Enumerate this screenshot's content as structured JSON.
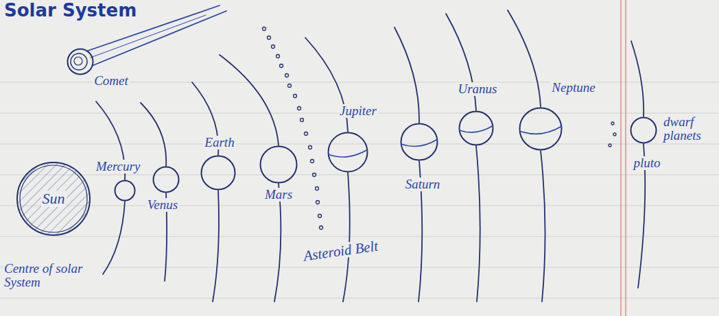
{
  "diagram": {
    "title": "Solar System",
    "nodes": [
      {
        "text": [
          "Comet"
        ]
      },
      {
        "text": [
          "Sun",
          "Centre of solar System"
        ]
      },
      {
        "text": [
          "Mercury"
        ]
      },
      {
        "text": [
          "Venus"
        ]
      },
      {
        "text": [
          "Earth"
        ]
      },
      {
        "text": [
          "Mars"
        ]
      },
      {
        "text": [
          "Jupiter"
        ]
      },
      {
        "text": [
          "Saturn"
        ]
      },
      {
        "text": [
          "Uranus"
        ]
      },
      {
        "text": [
          "Neptune"
        ]
      },
      {
        "text": [
          "dwarf planets",
          "pluto"
        ]
      }
    ],
    "labels": [
      "Asteroid Belt"
    ]
  }
}
